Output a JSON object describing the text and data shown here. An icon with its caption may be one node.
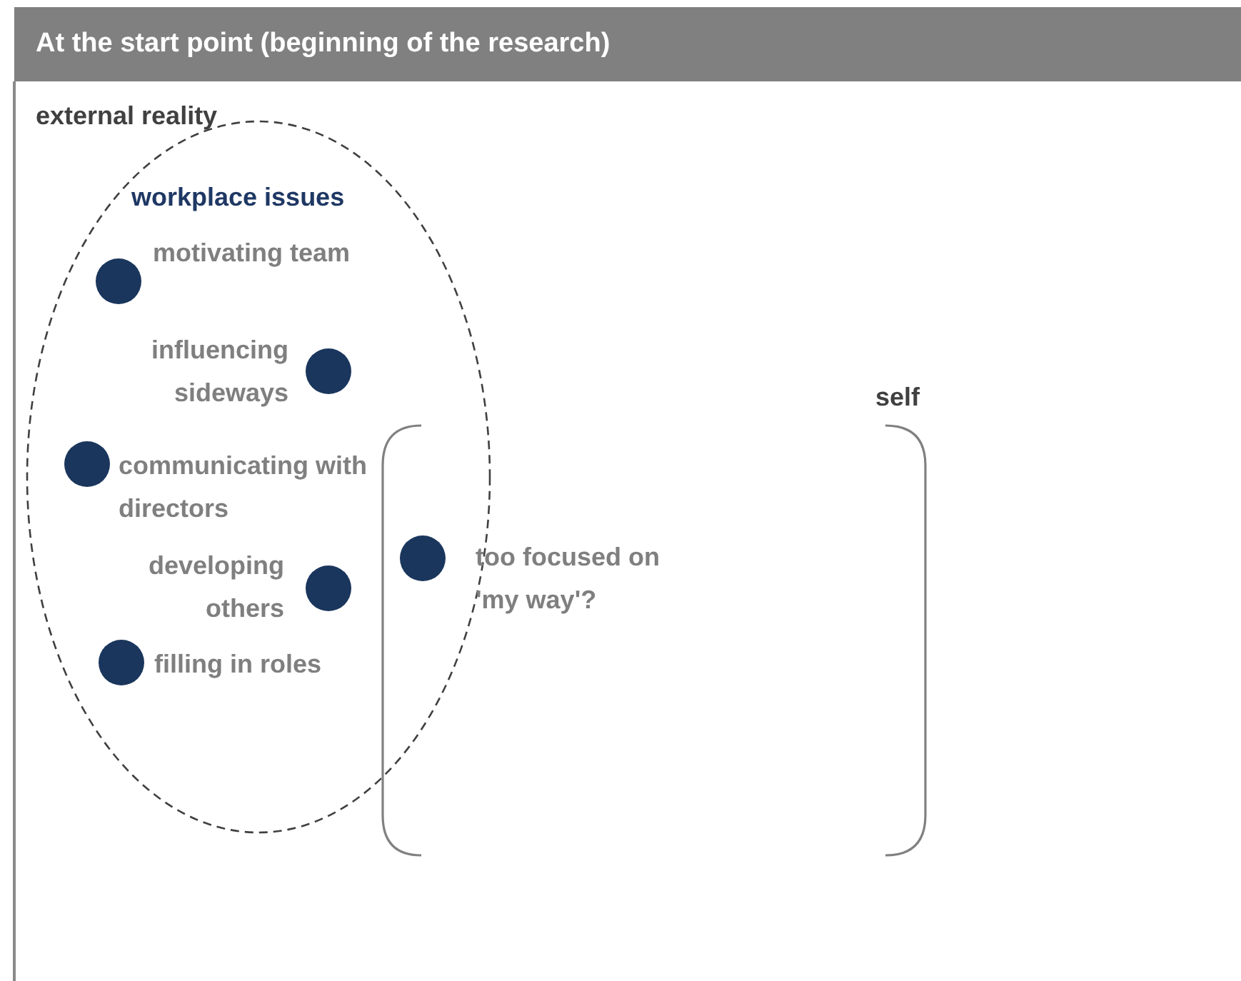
{
  "diagram": {
    "title": "At the start point (beginning of the research)",
    "nodes": [
      {
        "text": [
          "workplace issues"
        ]
      },
      {
        "text": [
          "self"
        ]
      }
    ],
    "labels": [
      "external reality",
      "motivating team",
      "influencing sideways",
      "communicating with directors",
      "developing others",
      "filling in roles",
      "too focused on 'my way'?"
    ]
  }
}
